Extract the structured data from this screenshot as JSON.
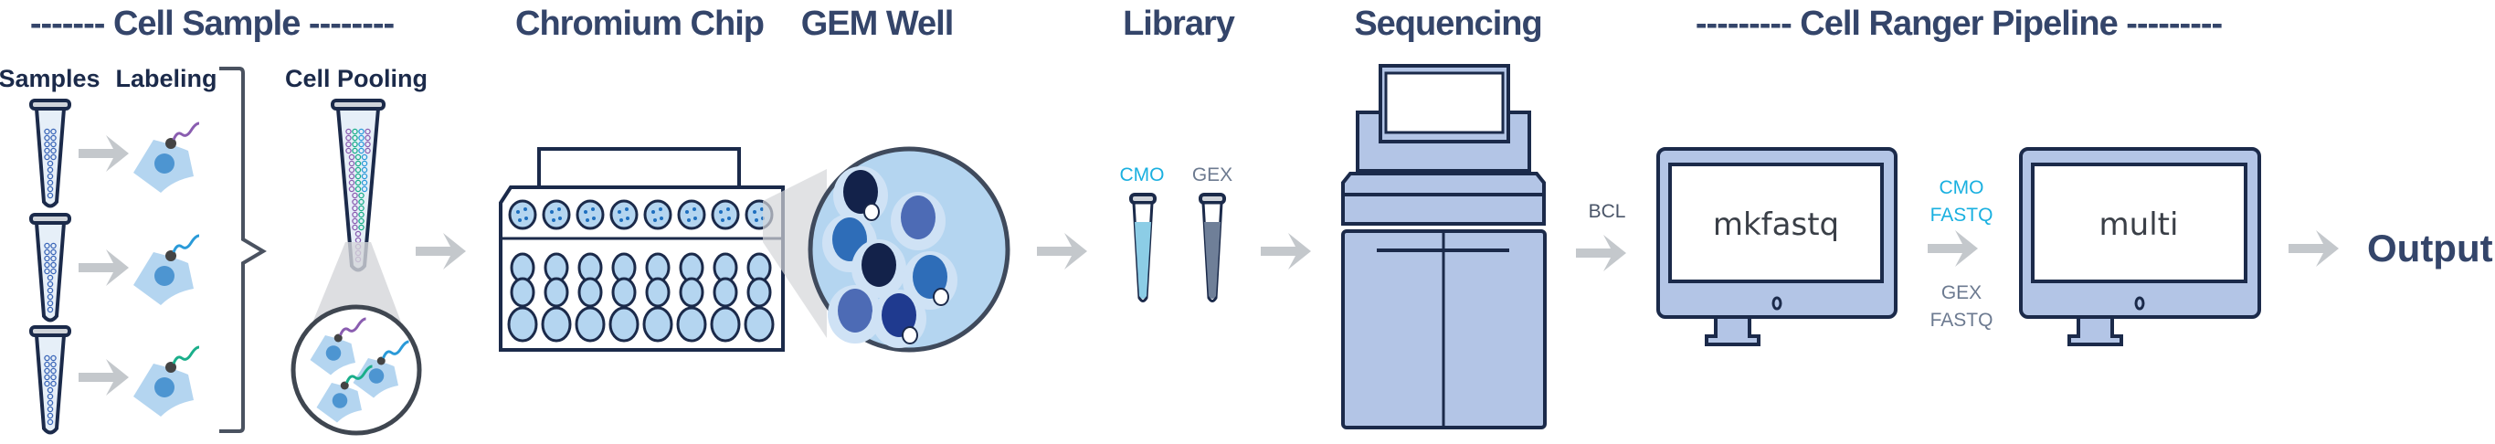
{
  "headers": {
    "cell_sample": "------- Cell Sample --------",
    "chromium_chip": "Chromium Chip",
    "gem_well": "GEM Well",
    "library": "Library",
    "sequencing": "Sequencing",
    "pipeline": "--------- Cell Ranger Pipeline ---------"
  },
  "cell_sample": {
    "samples_label": "Samples",
    "labeling_label": "Labeling",
    "pooling_label": "Cell Pooling"
  },
  "library": {
    "cmo_label": "CMO",
    "gex_label": "GEX"
  },
  "pipeline": {
    "bcl_label": "BCL",
    "monitor1_label": "mkfastq",
    "monitor2_label": "multi",
    "cmo_fastq_line1": "CMO",
    "cmo_fastq_line2": "FASTQ",
    "gex_fastq_line1": "GEX",
    "gex_fastq_line2": "FASTQ",
    "output_label": "Output"
  },
  "colors": {
    "navy": "#1b2a4a",
    "title": "#34456a",
    "light_blue": "#b4d5f0",
    "nucleus": "#4d95d1",
    "monitor_fill": "#b3c5e6",
    "cmo": "#1ab0e0",
    "gex": "#6c7a90",
    "arrow": "#c4c8cc",
    "purple": "#8a5db0",
    "blue": "#2a9ad8",
    "green": "#1aae8a"
  }
}
